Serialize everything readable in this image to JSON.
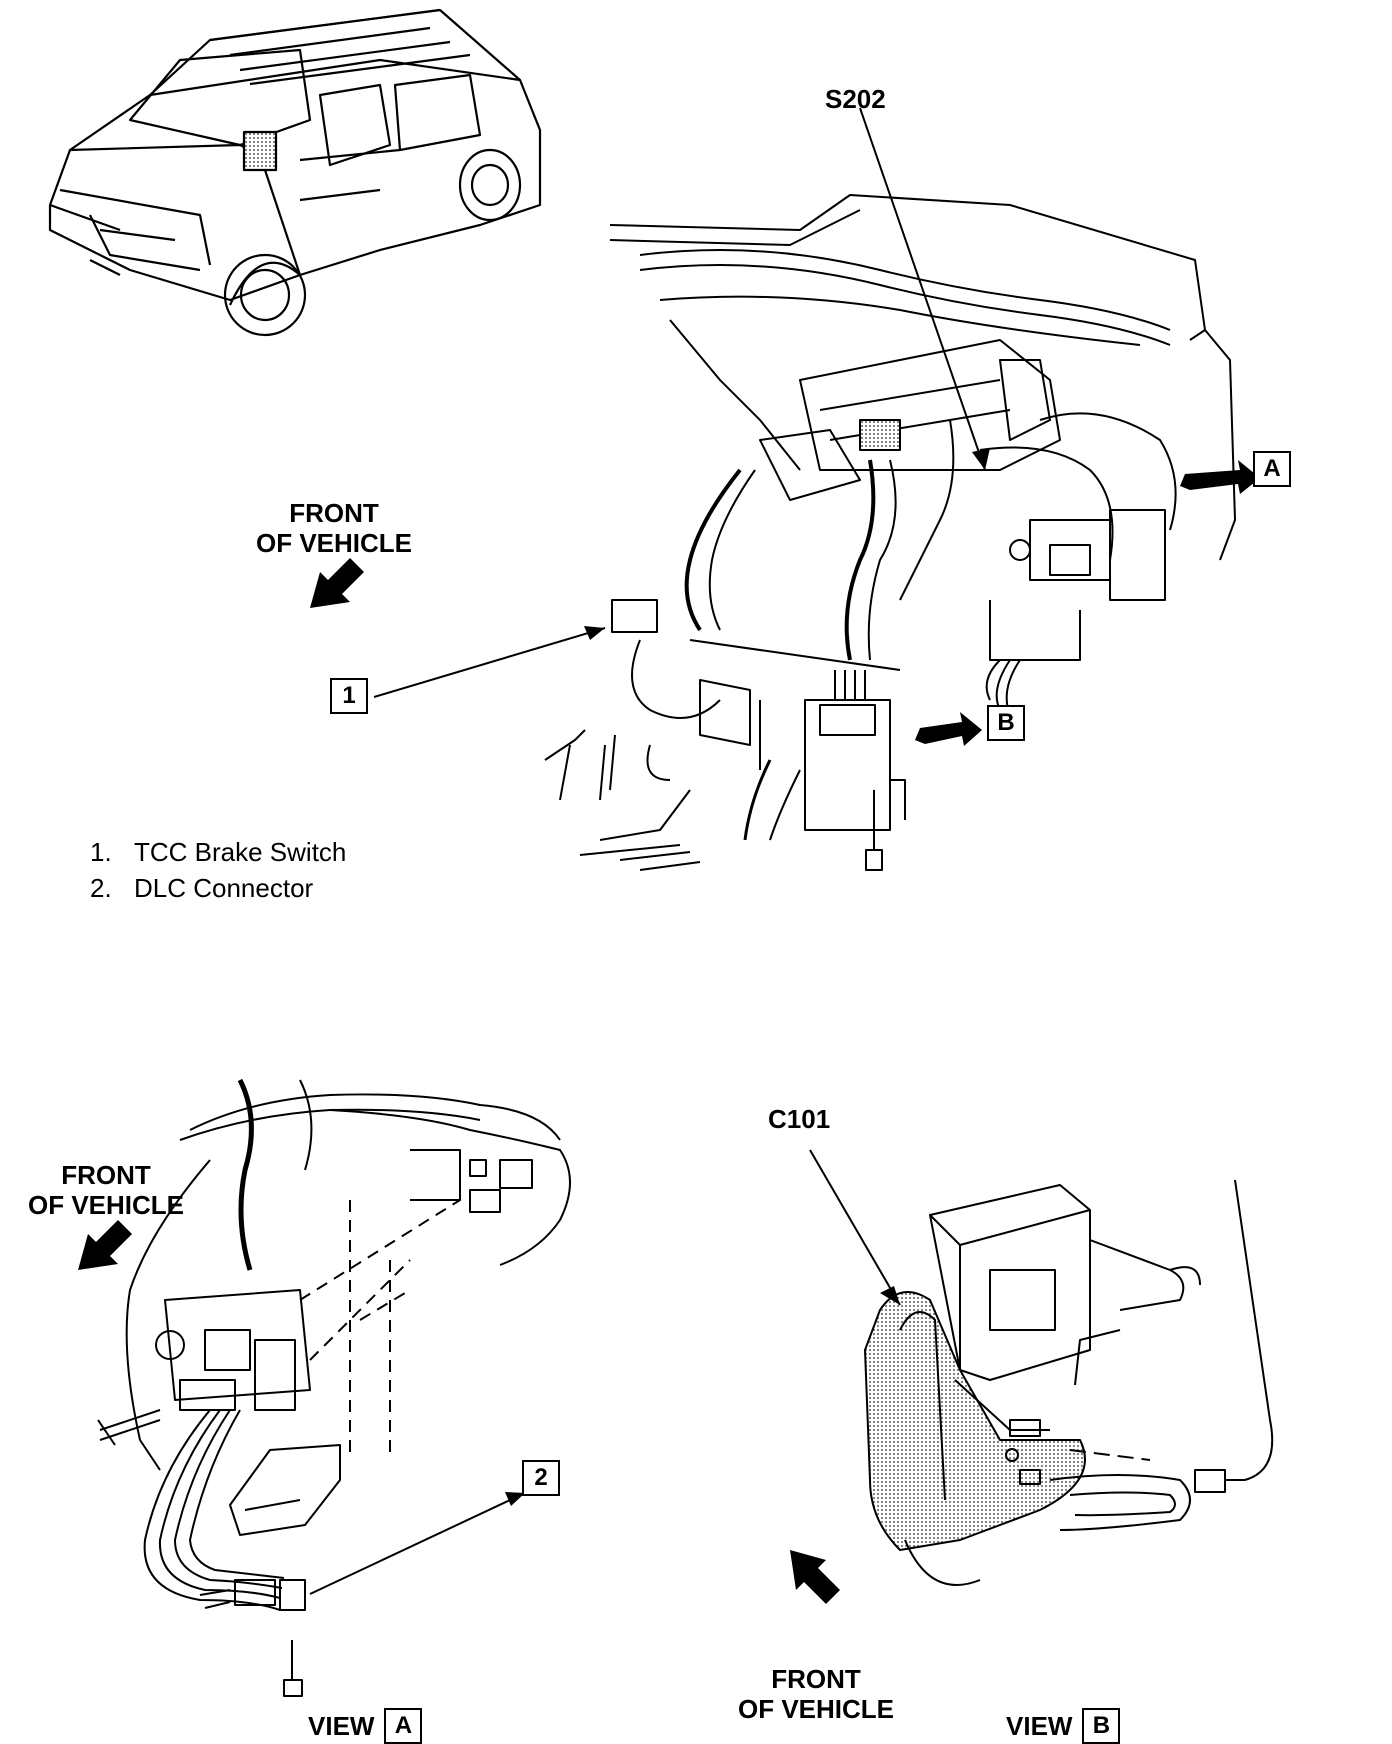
{
  "main_view": {
    "splice_label": "S202",
    "front_label_line1": "FRONT",
    "front_label_line2": "OF VEHICLE",
    "callout_1": "1",
    "view_ref_a": "A",
    "view_ref_b": "B"
  },
  "legend": [
    {
      "num": "1.",
      "text": "TCC Brake Switch"
    },
    {
      "num": "2.",
      "text": "DLC Connector"
    }
  ],
  "view_a": {
    "front_label_line1": "FRONT",
    "front_label_line2": "OF VEHICLE",
    "callout_2": "2",
    "view_word": "VIEW",
    "view_letter": "A"
  },
  "view_b": {
    "connector_label": "C101",
    "front_label_line1": "FRONT",
    "front_label_line2": "OF VEHICLE",
    "view_word": "VIEW",
    "view_letter": "B"
  },
  "colors": {
    "ink": "#000000",
    "shade": "#b8b8b8",
    "paper": "#ffffff"
  }
}
